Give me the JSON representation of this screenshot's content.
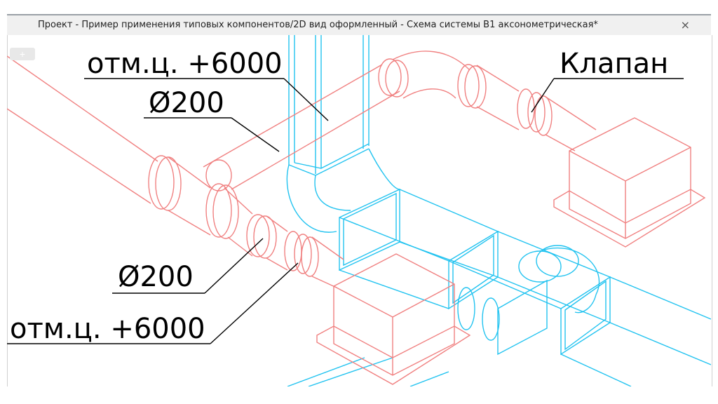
{
  "window": {
    "title": "Проект - Пример применения типовых компонентов/2D вид оформленный - Схема системы В1 аксонометрическая*",
    "close_icon": "close-icon",
    "close_glyph": "×"
  },
  "viewport": {
    "add_icon": "plus-icon",
    "add_glyph": "+"
  },
  "annotations": {
    "elevation_top": "отм.ц. +6000",
    "diameter_top": "Ø200",
    "valve": "Клапан",
    "diameter_bottom": "Ø200",
    "elevation_bottom": "отм.ц. +6000"
  },
  "colors": {
    "round_duct": "#f08080",
    "rect_duct": "#22c3f0",
    "leader": "#000000"
  }
}
